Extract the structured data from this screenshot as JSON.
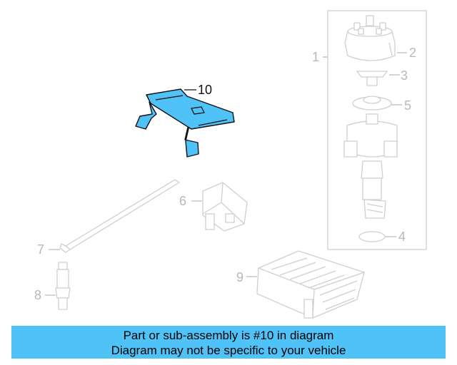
{
  "callouts": {
    "c1": "1",
    "c2": "2",
    "c3": "3",
    "c4": "4",
    "c5": "5",
    "c6": "6",
    "c7": "7",
    "c8": "8",
    "c9": "9",
    "c10": "10"
  },
  "highlight": {
    "part": "10",
    "color": "#4fc3f7"
  },
  "banner": {
    "line1": "Part or sub-assembly is #10 in diagram",
    "line2": "Diagram may not be specific to your vehicle",
    "background": "#4fc3f7"
  }
}
